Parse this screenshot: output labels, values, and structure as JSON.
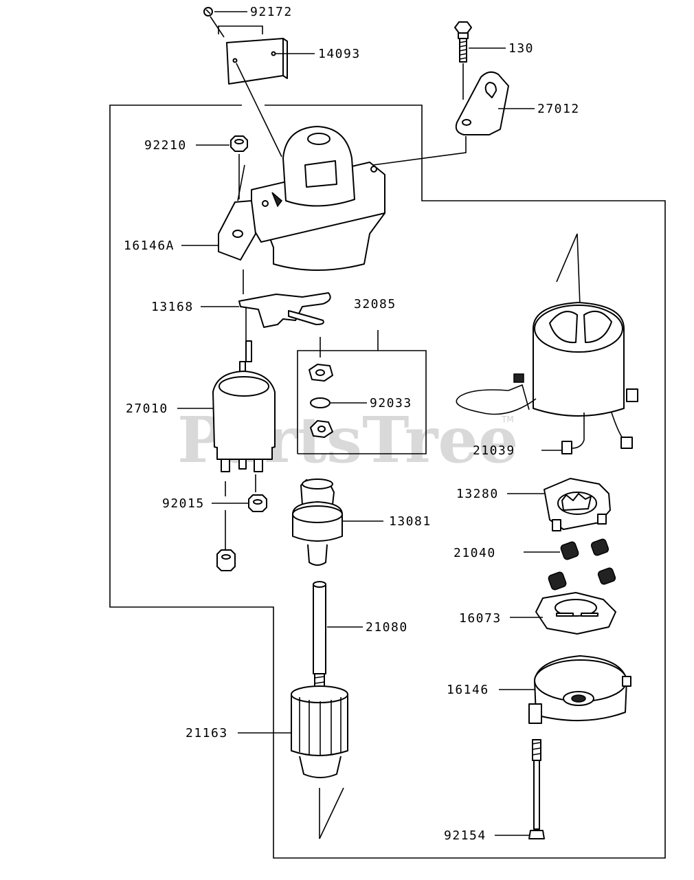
{
  "watermark": {
    "text": "PartsTree",
    "trademark": "TM"
  },
  "callouts": {
    "p92172": "92172",
    "p14093": "14093",
    "p130": "130",
    "p27012": "27012",
    "p92210": "92210",
    "p16146A": "16146A",
    "p13168": "13168",
    "p32085": "32085",
    "p92033": "92033",
    "p27010": "27010",
    "p21039": "21039",
    "p13280": "13280",
    "p92015": "92015",
    "p13081": "13081",
    "p21040": "21040",
    "p16073": "16073",
    "p21080": "21080",
    "p16146": "16146",
    "p21163": "21163",
    "p92154": "92154"
  }
}
